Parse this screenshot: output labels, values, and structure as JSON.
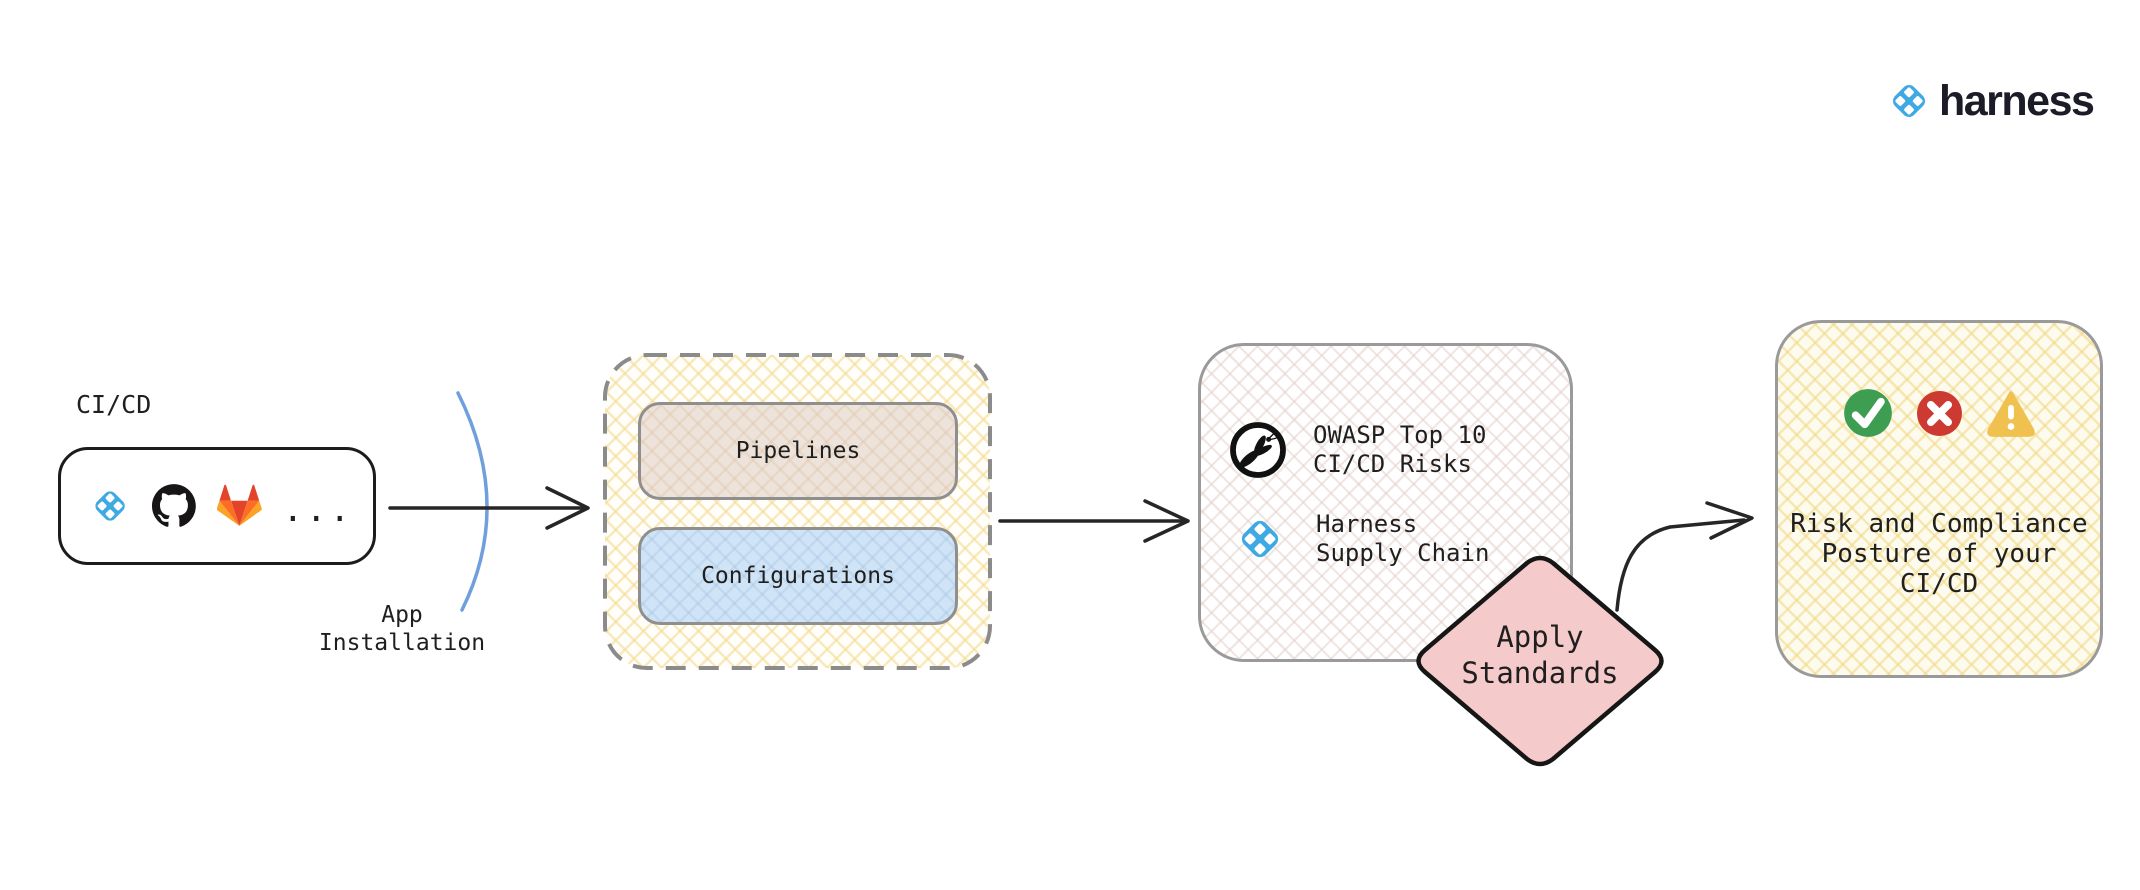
{
  "brand": {
    "name": "harness"
  },
  "cicd": {
    "label": "CI/CD",
    "ellipsis": "...",
    "icons": [
      "harness-icon",
      "github-icon",
      "gitlab-icon"
    ]
  },
  "app_installation": {
    "line1": "App",
    "line2": "Installation"
  },
  "scan_inputs": {
    "pipelines": "Pipelines",
    "configurations": "Configurations"
  },
  "standards": {
    "owasp": {
      "line1": "OWASP Top 10",
      "line2": "CI/CD Risks"
    },
    "harness_supply_chain": {
      "line1": "Harness",
      "line2": "Supply Chain"
    }
  },
  "apply_standards": {
    "line1": "Apply",
    "line2": "Standards"
  },
  "result": {
    "line1": "Risk and Compliance",
    "line2": "Posture of your",
    "line3": "CI/CD"
  },
  "colors": {
    "harness_blue": "#3FA9E3",
    "diamond_pink": "#F5CACA",
    "success_green": "#3D9E52",
    "error_red": "#CC3A32",
    "warning_yellow": "#F0C14E",
    "gitlab_orange": "#FC6D26",
    "hatch_yellow": "#F4DA8C",
    "arc_blue": "#6F9FDC"
  }
}
